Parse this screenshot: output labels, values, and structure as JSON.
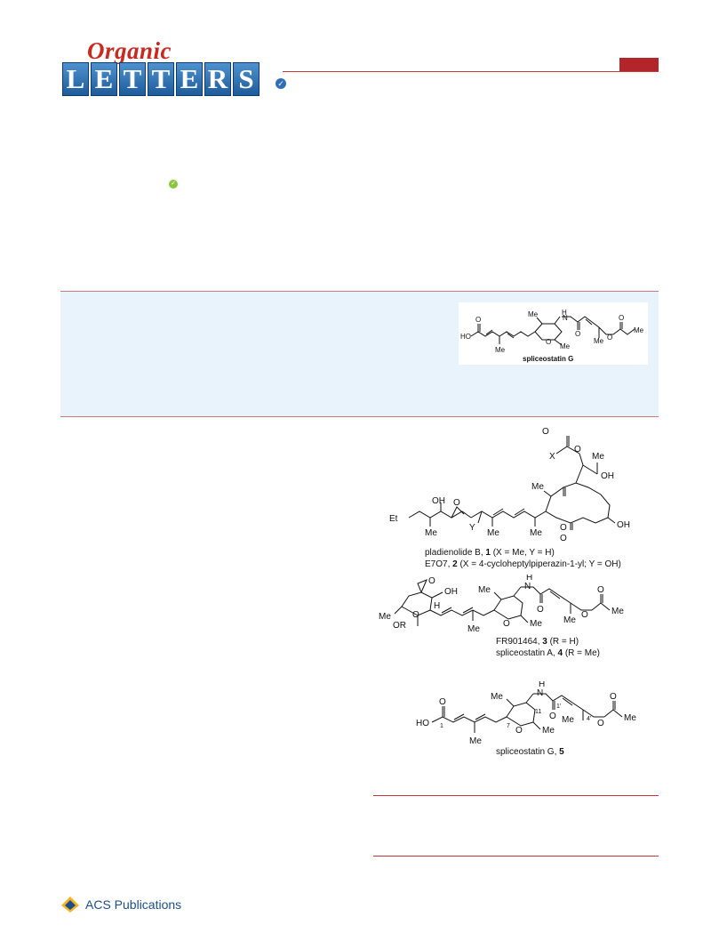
{
  "header": {
    "journal_script": "Organic",
    "journal_letters": [
      "L",
      "E",
      "T",
      "T",
      "E",
      "R",
      "S"
    ]
  },
  "toc": {
    "compound_label": "spliceostatin G",
    "atoms": {
      "ho": "HO",
      "o": "O",
      "me": "Me",
      "h": "H",
      "n": "N"
    }
  },
  "figure": {
    "struct1": {
      "line1_name": "pladienolide B, ",
      "line1_num": "1",
      "line1_sub": "  (X = Me, Y = H)",
      "line2_name": "E7O7, ",
      "line2_num": "2",
      "line2_sub": "  (X = 4-cycloheptylpiperazin-1-yl; Y = OH)"
    },
    "struct2": {
      "line1_name": "FR901464, ",
      "line1_num": "3",
      "line1_sub": " (R = H)",
      "line2_name": "spliceostatin A, ",
      "line2_num": "4",
      "line2_sub": " (R = Me)"
    },
    "struct3": {
      "name": "spliceostatin G, ",
      "num": "5"
    },
    "atoms": {
      "x": "X",
      "o": "O",
      "me": "Me",
      "oh": "OH",
      "et": "Et",
      "y": "Y",
      "h": "H",
      "n": "N",
      "or": "OR",
      "ho": "HO",
      "c1": "1",
      "c7": "7",
      "c11": "11",
      "c1p": "1'",
      "c4p": "4'"
    }
  },
  "footer": {
    "publisher": "ACS Publications"
  },
  "colors": {
    "brand_red": "#b3242b",
    "logo_blue": "#2f6fb6",
    "abstract_bg": "#e8f3fb"
  }
}
